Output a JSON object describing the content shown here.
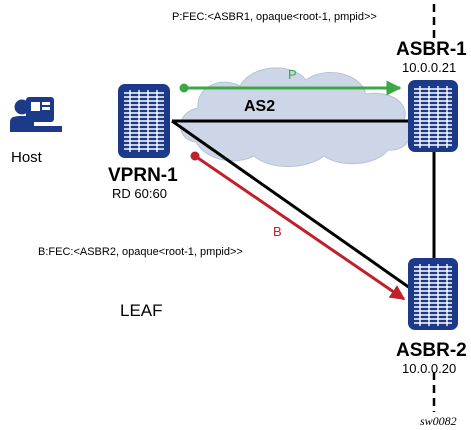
{
  "fec_p": "P:FEC:<ASBR1, opaque<root-1, pmpid>>",
  "fec_b": "B:FEC:<ASBR2, opaque<root-1, pmpid>>",
  "path_p_label": "P",
  "path_b_label": "B",
  "as_label": "AS2",
  "host_label": "Host",
  "vprn": {
    "name": "VPRN-1",
    "rd": "RD 60:60"
  },
  "asbr1": {
    "name": "ASBR-1",
    "ip": "10.0.0.21"
  },
  "asbr2": {
    "name": "ASBR-2",
    "ip": "10.0.0.20"
  },
  "leaf_label": "LEAF",
  "figure_id": "sw0082",
  "colors": {
    "router_fill": "#1d3a8a",
    "path_p": "#3aa845",
    "path_b": "#c0202a",
    "cloud": "#cdd6e6",
    "line": "#000000"
  }
}
